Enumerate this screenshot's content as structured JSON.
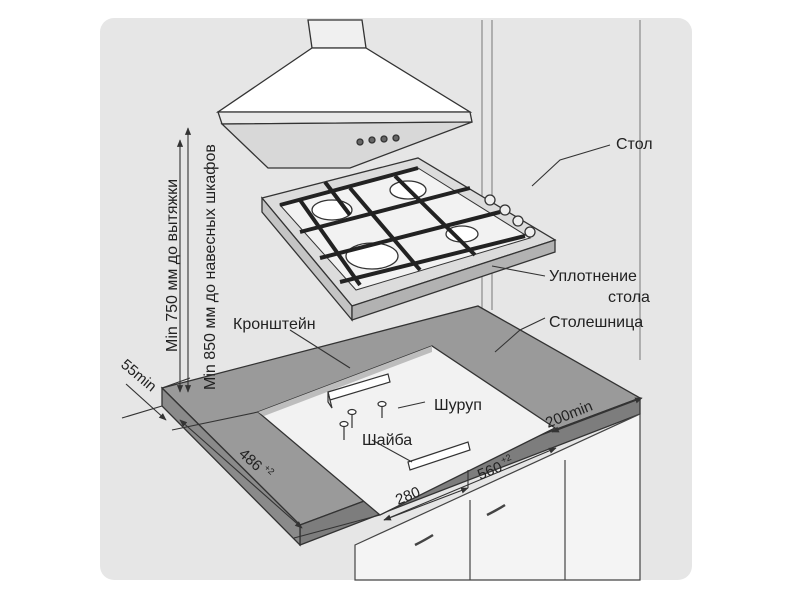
{
  "labels": {
    "table": "Стол",
    "seal_line1": "Уплотнение",
    "seal_line2": "стола",
    "countertop": "Столешница",
    "bracket": "Кронштейн",
    "screw": "Шуруп",
    "washer": "Шайба",
    "hood_clearance": "Min 750 мм до вытяжки",
    "cabinet_clearance": "Min 850 мм до навесных шкафов"
  },
  "dimensions": {
    "side_gap": "55min",
    "back_gap": "200min",
    "depth_value": "486",
    "depth_tol": "+2",
    "width_value": "560",
    "width_tol": "+2",
    "half_width": "280"
  },
  "colors": {
    "background_panel": "#e6e6e6",
    "countertop": "#9a9a9a",
    "countertop_front": "#7d7d7d",
    "cutout": "#f2f2f2",
    "cabinet": "#f4f4f4",
    "line": "#333333"
  }
}
